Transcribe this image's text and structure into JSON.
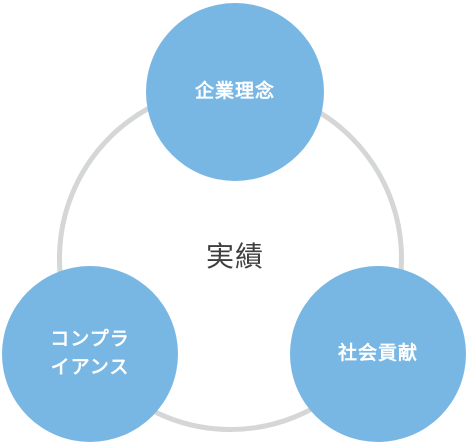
{
  "diagram": {
    "center_label": "実績",
    "nodes": {
      "top": {
        "label": "企業理念"
      },
      "left": {
        "line1": "コンプラ",
        "line2": "イアンス"
      },
      "right": {
        "label": "社会貢献"
      }
    },
    "colors": {
      "node_fill": "#78b7e3",
      "ring": "#d4d7d5",
      "center_text": "#3f3f3f",
      "node_text": "#ffffff"
    }
  }
}
